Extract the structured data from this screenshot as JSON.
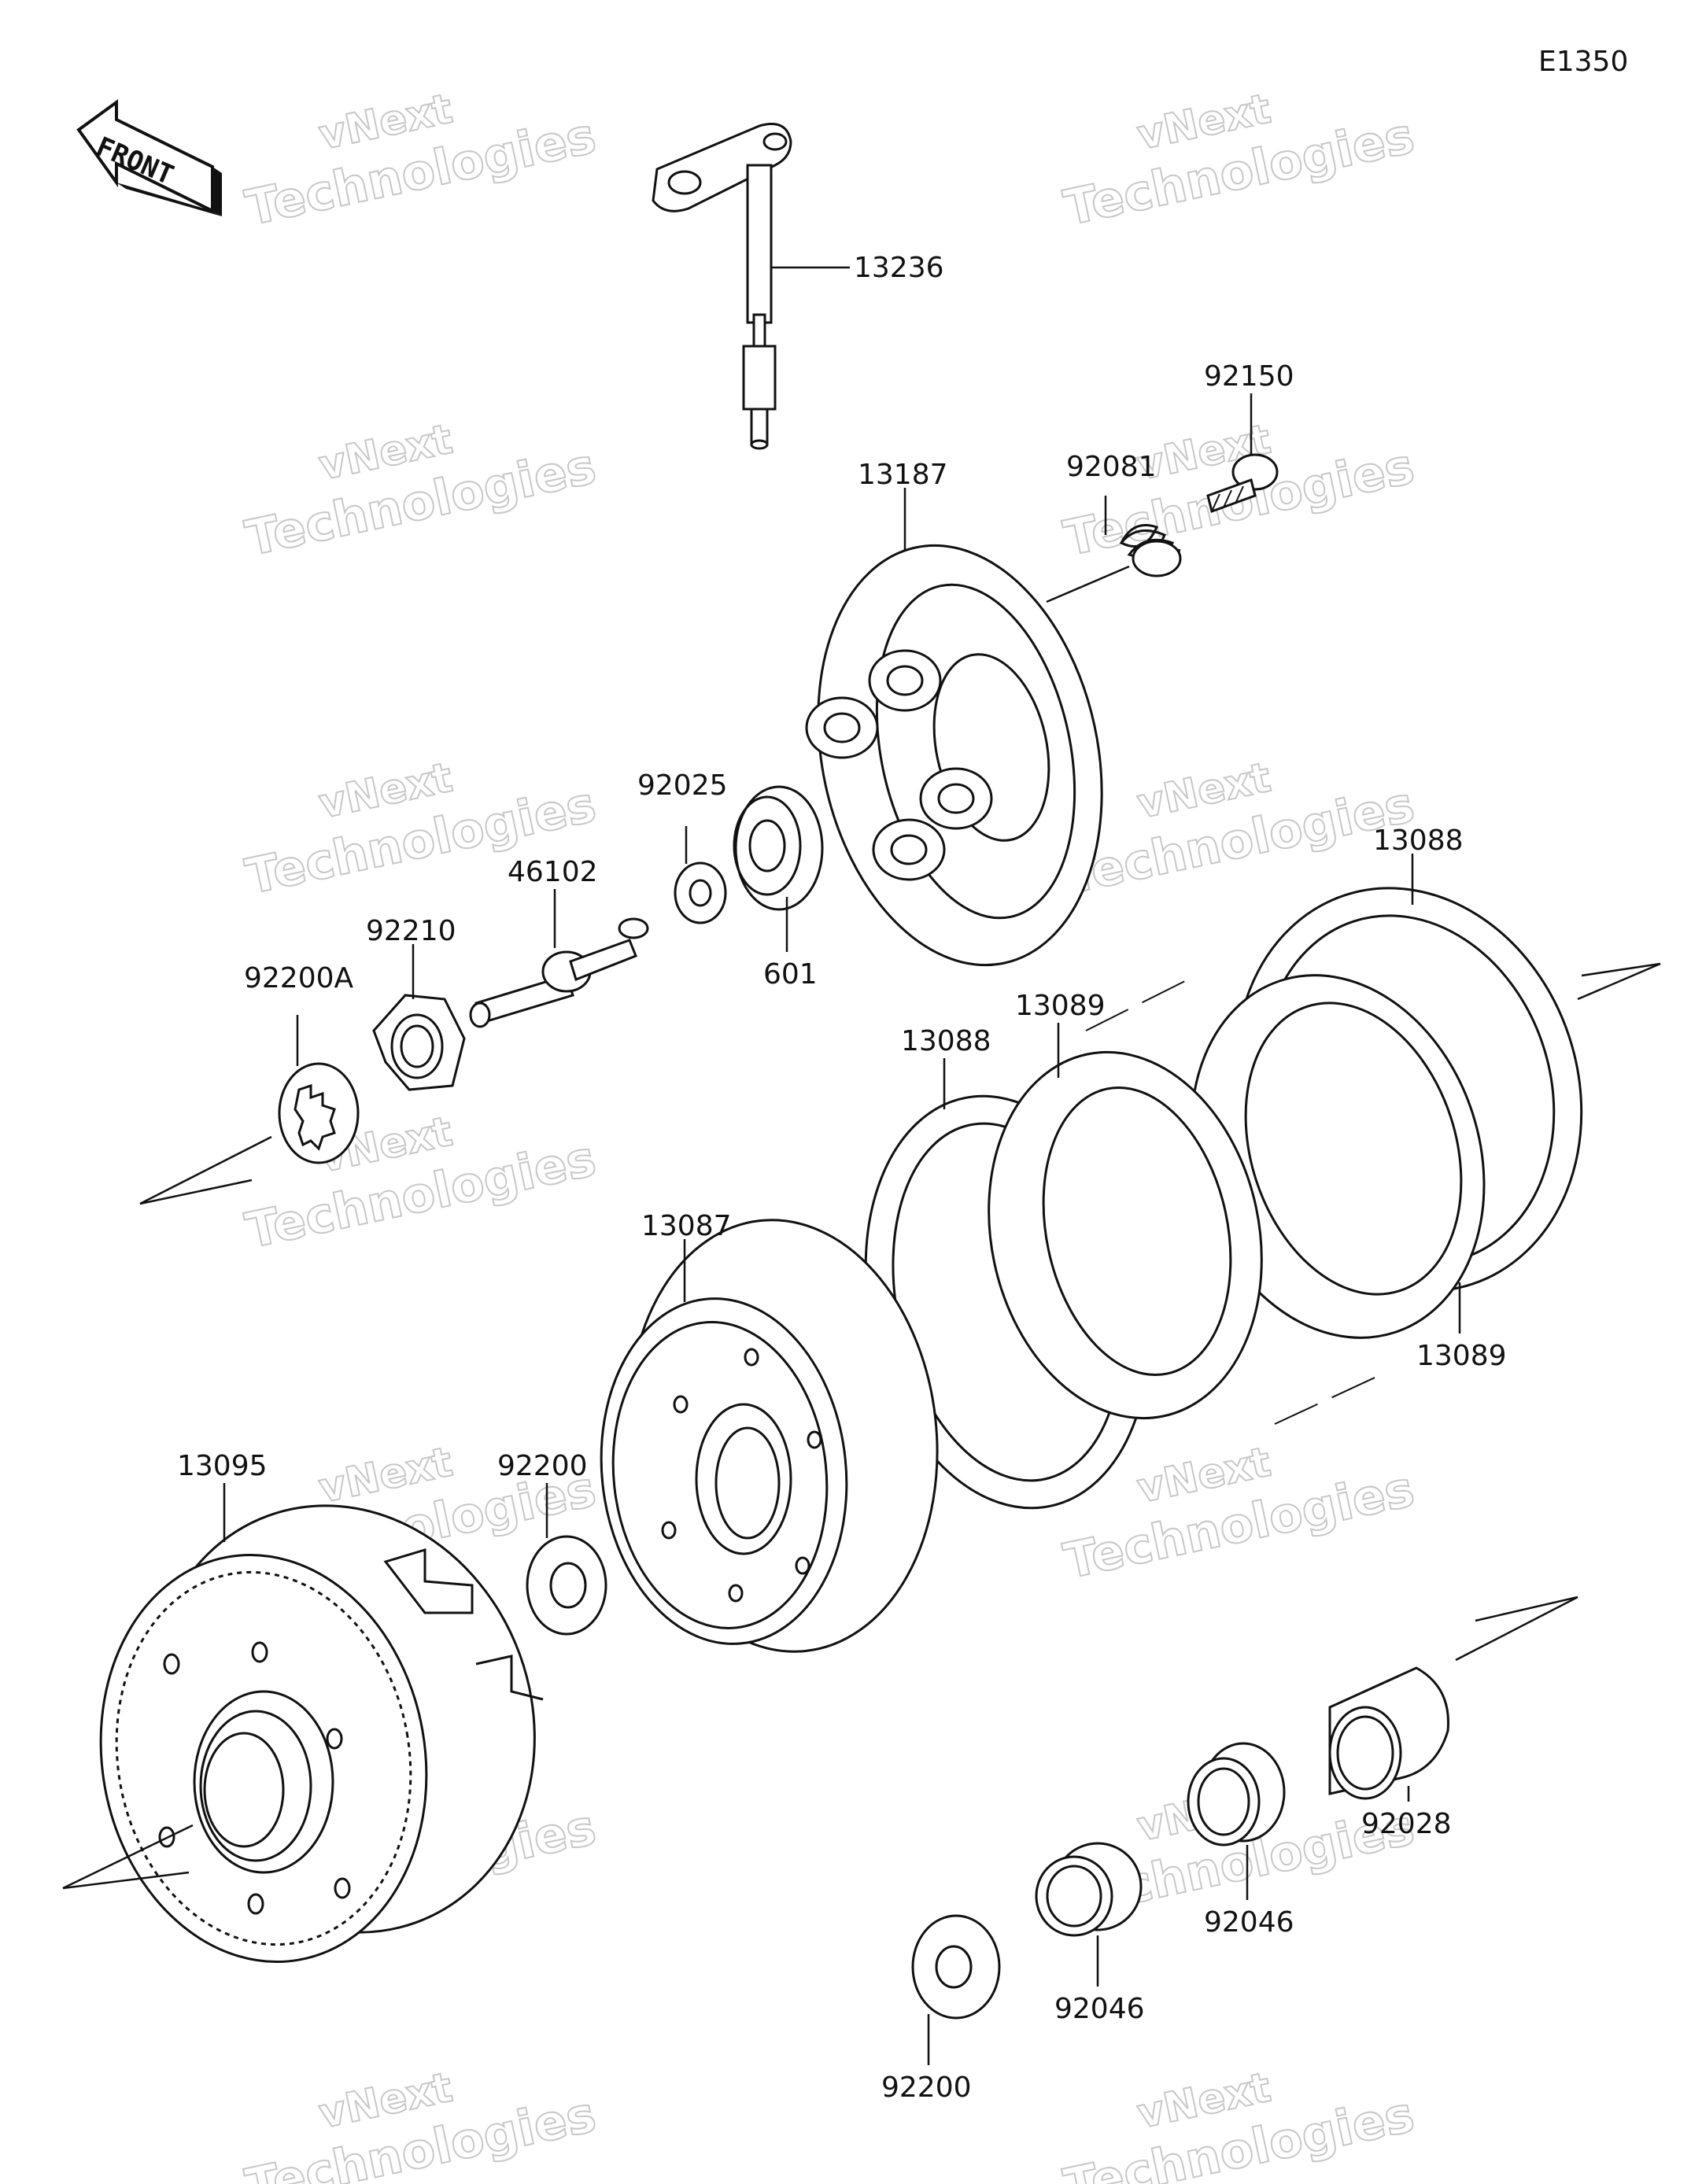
{
  "diagram_code": "E1350",
  "front_label": "FRONT",
  "watermark": {
    "line1": "vNext",
    "line2": "Technologies"
  },
  "parts": [
    {
      "id": "p13236",
      "number": "13236"
    },
    {
      "id": "p92150",
      "number": "92150"
    },
    {
      "id": "p92081",
      "number": "92081"
    },
    {
      "id": "p13187",
      "number": "13187"
    },
    {
      "id": "p92025",
      "number": "92025"
    },
    {
      "id": "p46102",
      "number": "46102"
    },
    {
      "id": "p92210",
      "number": "92210"
    },
    {
      "id": "p92200A",
      "number": "92200A"
    },
    {
      "id": "p601",
      "number": "601"
    },
    {
      "id": "p13088a",
      "number": "13088"
    },
    {
      "id": "p13089a",
      "number": "13089"
    },
    {
      "id": "p13088b",
      "number": "13088"
    },
    {
      "id": "p13089b",
      "number": "13089"
    },
    {
      "id": "p13087",
      "number": "13087"
    },
    {
      "id": "p13095",
      "number": "13095"
    },
    {
      "id": "p92200a",
      "number": "92200"
    },
    {
      "id": "p92028",
      "number": "92028"
    },
    {
      "id": "p92046a",
      "number": "92046"
    },
    {
      "id": "p92046b",
      "number": "92046"
    },
    {
      "id": "p92200b",
      "number": "92200"
    }
  ]
}
